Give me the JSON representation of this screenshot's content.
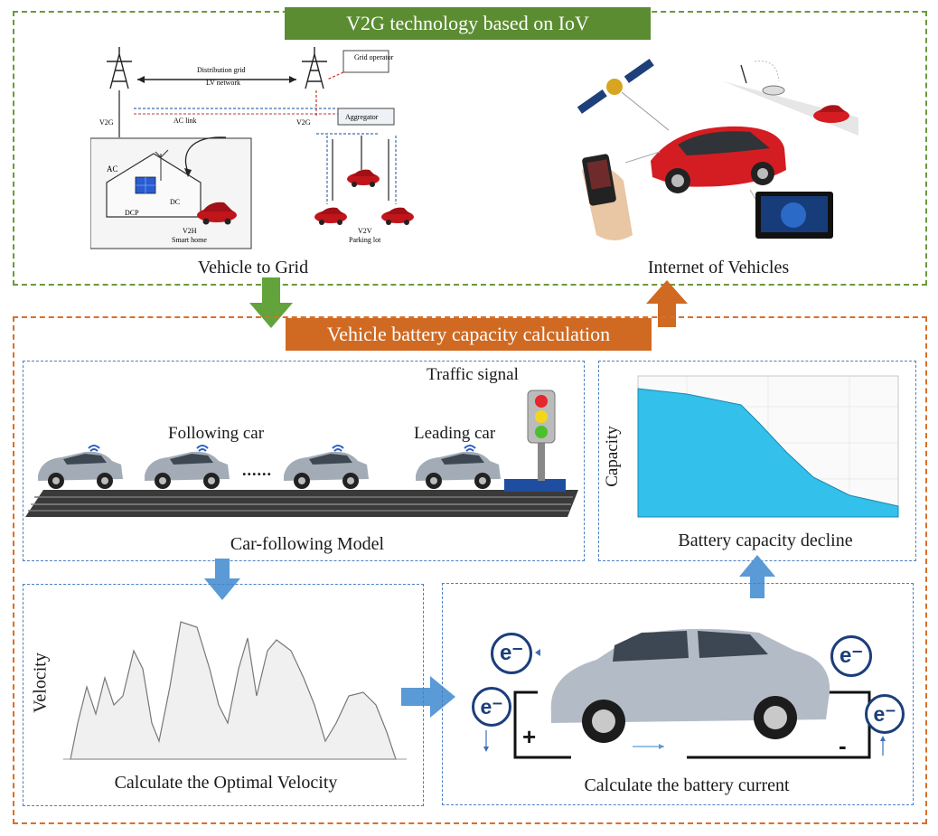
{
  "top_section": {
    "title": "V2G technology based on IoV",
    "v2g_caption": "Vehicle to Grid",
    "iov_caption": "Internet of Vehicles",
    "grid_labels": {
      "grid_operator": "Grid operator",
      "distribution_grid": "Distribution grid",
      "lv_network": "LV network",
      "v2g_left": "V2G",
      "v2g_right": "V2G",
      "ac_link": "AC link",
      "aggregator": "Aggregator",
      "ac": "AC",
      "dc": "DC",
      "dcp": "DCP",
      "v2h": "V2H",
      "smart_home": "Smart home",
      "v2v": "V2V",
      "parking_lot": "Parking lot"
    }
  },
  "bottom_section": {
    "title": "Vehicle battery capacity calculation",
    "car_following": {
      "caption": "Car-following Model",
      "traffic_signal": "Traffic signal",
      "following_car": "Following car",
      "leading_car": "Leading car",
      "ellipsis": "......"
    },
    "capacity_chart": {
      "caption": "Battery capacity decline",
      "ylabel": "Capacity"
    },
    "velocity": {
      "caption": "Calculate the Optimal Velocity",
      "ylabel": "Velocity"
    },
    "battery": {
      "caption": "Calculate the battery current",
      "electron": "e⁻",
      "plus": "+",
      "minus": "-"
    }
  },
  "colors": {
    "green": "#5b8c32",
    "orange": "#d06a22",
    "blue_arrow": "#5a9ad6",
    "capacity_fill": "#33c0ea",
    "frame_blue": "#4c7fc4"
  }
}
